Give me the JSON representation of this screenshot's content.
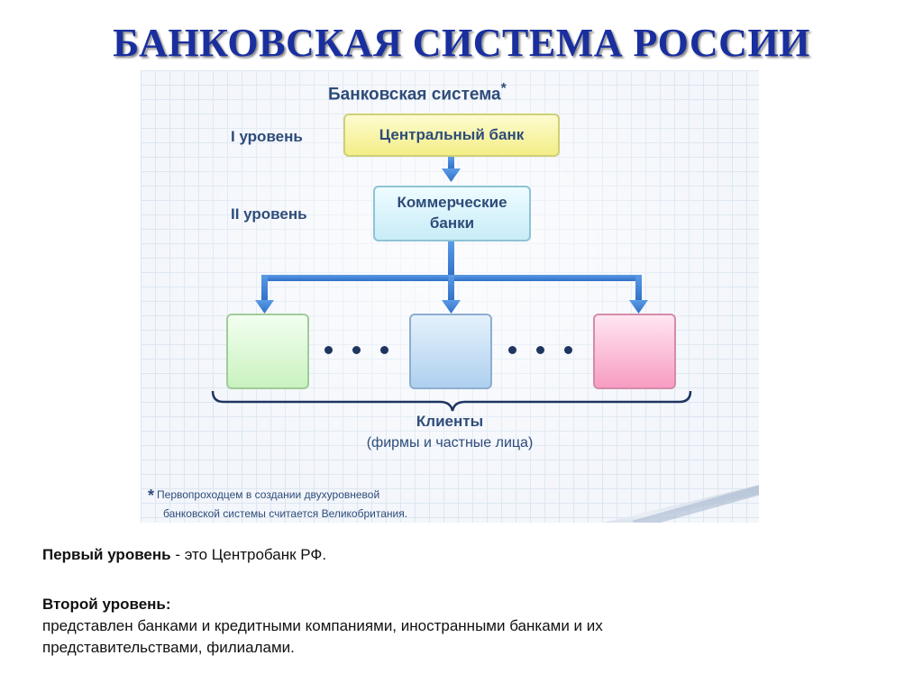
{
  "title": "БАНКОВСКАЯ СИСТЕМА РОССИИ",
  "diagram": {
    "title": "Банковская система",
    "title_mark": "*",
    "level1_label": "I уровень",
    "level2_label": "II уровень",
    "central_bank": "Центральный банк",
    "commercial_banks_line1": "Коммерческие",
    "commercial_banks_line2": "банки",
    "clients_label": "Клиенты",
    "clients_sub": "(фирмы и частные лица)",
    "client_box_colors": [
      "#c9f2bf",
      "#aed0ef",
      "#f79cc3"
    ],
    "footnote_mark": "*",
    "footnote_line1": "Первопроходцем в создании двухуровневой",
    "footnote_line2": "банковской системы считается Великобритания."
  },
  "text": {
    "first_level_bold": "Первый уровень",
    "first_level_rest": " - это Центробанк РФ.",
    "second_level_bold": "Второй уровень:",
    "second_level_line1": "представлен банками и кредитными компаниями, иностранными банками и их",
    "second_level_line2": "представительствами, филиалами."
  },
  "colors": {
    "title": "#1a2f9e",
    "arrows": "#3a7fd4",
    "diagram_text": "#2e4c7a"
  }
}
